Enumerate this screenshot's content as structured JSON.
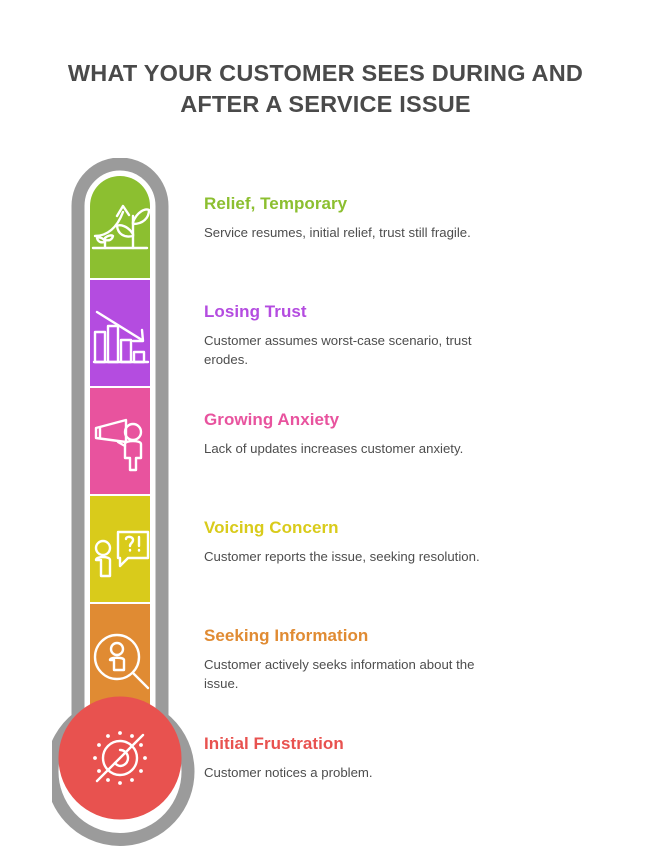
{
  "header": {
    "title": "WHAT YOUR CUSTOMER SEES DURING AND AFTER A SERVICE ISSUE",
    "title_color": "#4a4a4a"
  },
  "chart_data": {
    "type": "diagram",
    "subtype": "thermometer-infographic",
    "title": "WHAT YOUR CUSTOMER SEES DURING AND AFTER A SERVICE ISSUE",
    "orientation": "vertical",
    "reading_order": "bottom-to-top",
    "frame_color": "#9b9b9b",
    "stage_count": 6,
    "categories": [
      "Relief, Temporary",
      "Losing Trust",
      "Growing Anxiety",
      "Voicing Concern",
      "Seeking Information",
      "Initial Frustration"
    ],
    "colors": [
      "#8cbf30",
      "#b44ce0",
      "#e8539e",
      "#d9cb1b",
      "#e08b33",
      "#e8524f"
    ]
  },
  "thermometer": {
    "frame_color": "#9b9b9b",
    "segments": [
      {
        "label": "Relief, Temporary",
        "color": "#8cbf30",
        "icon": "plant-growth-icon",
        "shape": "rounded-top"
      },
      {
        "label": "Losing Trust",
        "color": "#b44ce0",
        "icon": "declining-bar-chart-icon",
        "shape": "rectangle"
      },
      {
        "label": "Growing Anxiety",
        "color": "#e8539e",
        "icon": "person-megaphone-icon",
        "shape": "rectangle"
      },
      {
        "label": "Voicing Concern",
        "color": "#d9cb1b",
        "icon": "person-question-bubble-icon",
        "shape": "rectangle"
      },
      {
        "label": "Seeking Information",
        "color": "#e08b33",
        "icon": "magnifier-person-icon",
        "shape": "rectangle"
      },
      {
        "label": "Initial Frustration",
        "color": "#e8524f",
        "icon": "blocked-vision-icon",
        "shape": "bulb"
      }
    ]
  },
  "steps": [
    {
      "title": "Relief, Temporary",
      "color": "#8cbf30",
      "description": "Service resumes, initial relief, trust still fragile."
    },
    {
      "title": "Losing Trust",
      "color": "#b44ce0",
      "description": "Customer assumes worst-case scenario, trust erodes."
    },
    {
      "title": "Growing Anxiety",
      "color": "#e8539e",
      "description": "Lack of updates increases customer anxiety."
    },
    {
      "title": "Voicing Concern",
      "color": "#d9cb1b",
      "description": "Customer reports the issue, seeking resolution."
    },
    {
      "title": "Seeking Information",
      "color": "#e08b33",
      "description": "Customer actively seeks information about the issue."
    },
    {
      "title": "Initial Frustration",
      "color": "#e8524f",
      "description": "Customer notices a problem."
    }
  ]
}
